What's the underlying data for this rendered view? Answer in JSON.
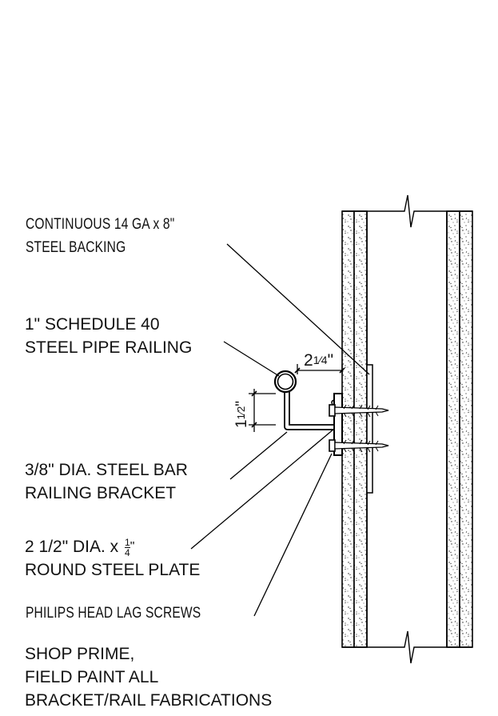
{
  "labels": {
    "steel_backing": [
      "CONTINUOUS  14  GA  x  8\"",
      "STEEL  BACKING"
    ],
    "pipe_railing": [
      "1\" SCHEDULE 40",
      "STEEL PIPE RAILING"
    ],
    "bar_bracket": [
      "3/8\" DIA. STEEL BAR",
      "RAILING BRACKET"
    ],
    "round_plate": [
      "2 1/2\" DIA. x",
      "ROUND STEEL PLATE"
    ],
    "lag_screws": "PHILIPS  HEAD  LAG  SCREWS",
    "shop_note": [
      "SHOP PRIME,",
      "FIELD PAINT ALL",
      "BRACKET/RAIL FABRICATIONS"
    ]
  },
  "dimensions": {
    "offset_whole": "2",
    "offset_frac": "1⁄4",
    "offset_unit": "\"",
    "rise_whole": "1",
    "rise_frac": "1⁄2",
    "rise_unit": "\"",
    "plate_frac_num": "1",
    "plate_frac_den": "4",
    "plate_frac_unit": "\""
  }
}
